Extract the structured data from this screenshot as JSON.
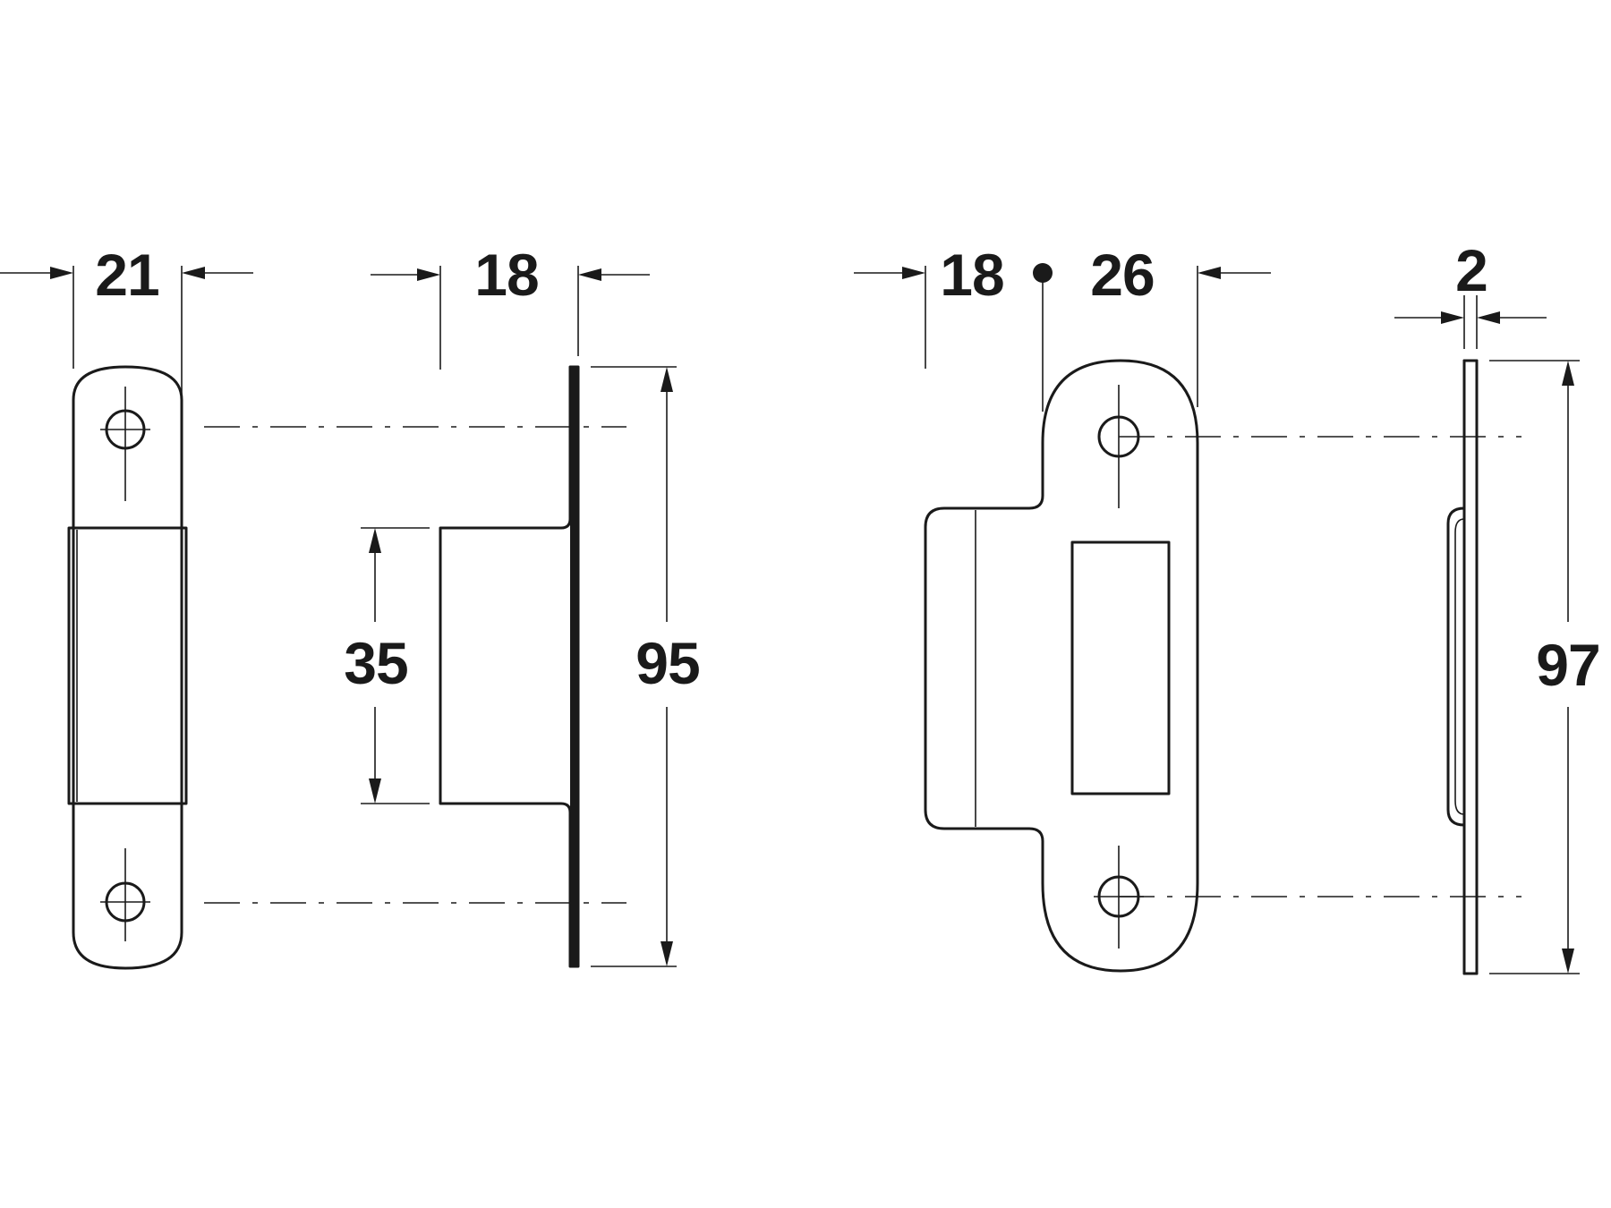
{
  "dimensions": {
    "view1_width": "21",
    "view2_depth": "18",
    "view2_body_height": "35",
    "view2_plate_height": "95",
    "view3_depth": "18",
    "view3_width": "26",
    "view4_thickness": "2",
    "view4_height": "97"
  },
  "colors": {
    "line": "#1a1a1a",
    "background": "#ffffff"
  }
}
